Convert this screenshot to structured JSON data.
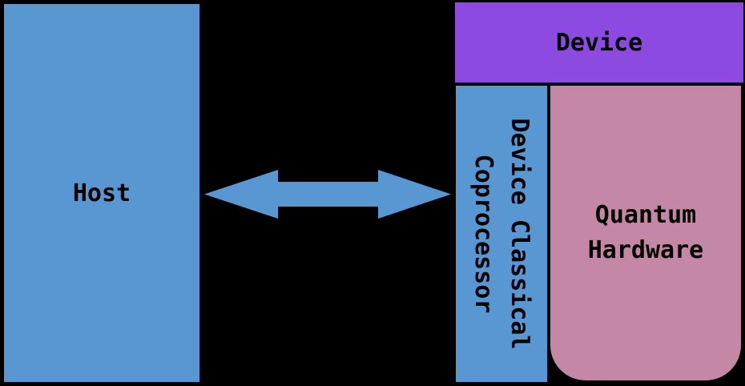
{
  "diagram": {
    "background_color": "#000000",
    "text_color": "#000000",
    "host_box": {
      "label": "Host",
      "fill_color": "#5897D2"
    },
    "arrow": {
      "type": "double-headed-horizontal",
      "fill_color": "#5897D2"
    },
    "device_box": {
      "label": "Device",
      "fill_color": "#8C4AE1"
    },
    "coprocessor_box": {
      "label_line1": "Device Classical",
      "label_line2": "Coprocessor",
      "fill_color": "#5897D2"
    },
    "quantum_box": {
      "label_line1": "Quantum",
      "label_line2": "Hardware",
      "fill_color": "#C487A6"
    }
  }
}
